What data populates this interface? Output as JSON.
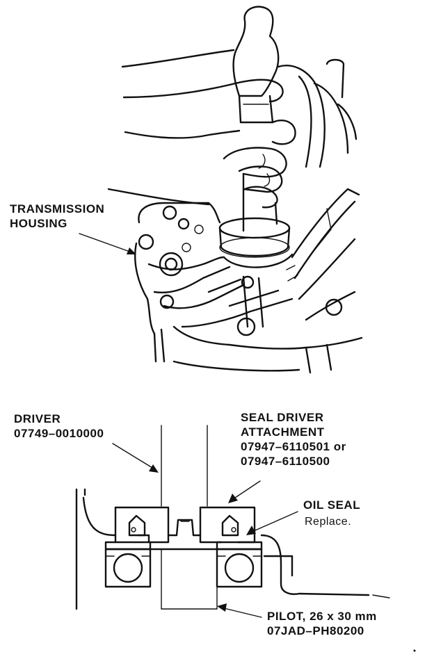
{
  "labels": {
    "transmission_housing": [
      "TRANSMISSION",
      "HOUSING"
    ],
    "driver": [
      "DRIVER",
      "07749–0010000"
    ],
    "seal_driver_attachment": [
      "SEAL DRIVER",
      "ATTACHMENT",
      "07947–6110501 or",
      "07947–6110500"
    ],
    "oil_seal": [
      "OIL SEAL"
    ],
    "oil_seal_note": "Replace.",
    "pilot": [
      "PILOT, 26 x 30 mm",
      "07JAD–PH80200"
    ]
  },
  "colors": {
    "ink": "#111111",
    "paper": "#ffffff"
  }
}
